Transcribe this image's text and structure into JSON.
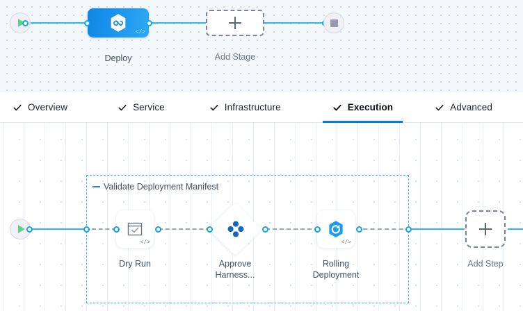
{
  "stage_canvas": {
    "start_node": {
      "icon": "play-icon"
    },
    "end_node": {
      "icon": "stop-icon"
    },
    "stage": {
      "label": "Deploy",
      "icon": "harness-infinity-hexagon-icon",
      "code_glyph": "</>",
      "color": "#0e86e8"
    },
    "add_stage": {
      "label": "Add Stage",
      "icon": "plus-icon"
    }
  },
  "tabs": {
    "items": [
      {
        "label": "Overview",
        "icon": "check-icon",
        "active": false
      },
      {
        "label": "Service",
        "icon": "check-icon",
        "active": false
      },
      {
        "label": "Infrastructure",
        "icon": "check-icon",
        "active": false
      },
      {
        "label": "Execution",
        "icon": "check-icon",
        "active": true
      },
      {
        "label": "Advanced",
        "icon": "check-icon",
        "active": false
      }
    ],
    "active_underline_color": "#0b7ad1"
  },
  "execution_canvas": {
    "start_node": {
      "icon": "play-icon"
    },
    "group": {
      "title": "Validate Deployment Manifest",
      "collapse_icon": "minus-icon",
      "border_color": "#45b5ee"
    },
    "steps": [
      {
        "label": "Dry Run",
        "icon": "checkbox-window-icon",
        "shape": "rounded-square",
        "code_glyph": "</>"
      },
      {
        "label": "Approve\nHarness...",
        "icon": "harness-approval-clover-icon",
        "shape": "diamond",
        "code_glyph": ""
      },
      {
        "label": "Rolling\nDeployment",
        "icon": "rolling-deployment-hexagon-icon",
        "shape": "rounded-square",
        "code_glyph": "</>"
      }
    ],
    "add_step": {
      "label": "Add Step",
      "icon": "plus-icon"
    }
  }
}
